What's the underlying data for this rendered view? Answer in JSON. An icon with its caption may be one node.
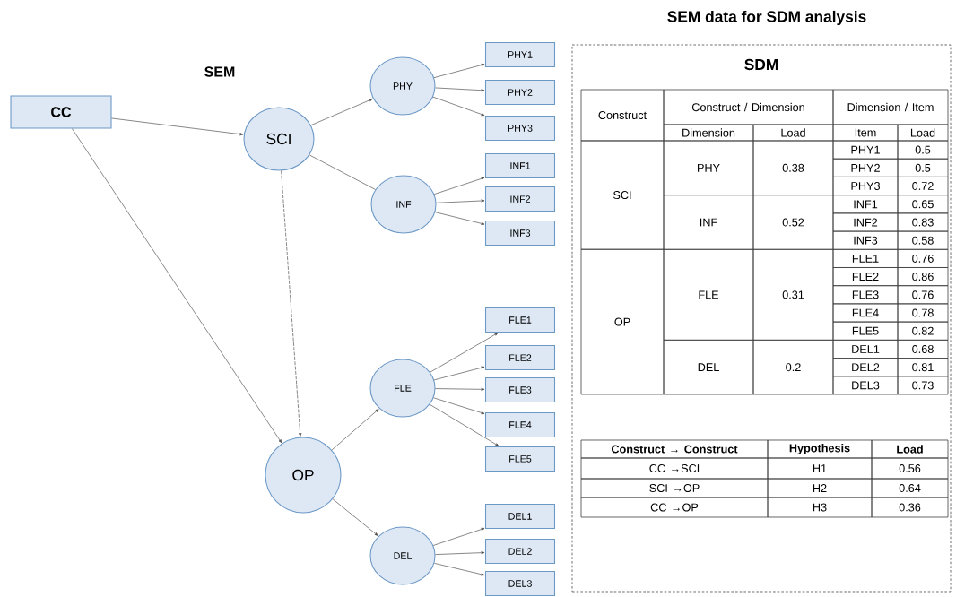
{
  "diagram": {
    "title": "SEM data for SDM analysis",
    "nodes": [
      {
        "text": [
          "CC"
        ]
      },
      {
        "text": [
          "SCI"
        ]
      },
      {
        "text": [
          "PHY"
        ]
      },
      {
        "text": [
          "INF"
        ]
      },
      {
        "text": [
          "OP"
        ]
      },
      {
        "text": [
          "FLE"
        ]
      },
      {
        "text": [
          "DEL"
        ]
      },
      {
        "text": [
          "PHY1"
        ]
      },
      {
        "text": [
          "PHY2"
        ]
      },
      {
        "text": [
          "PHY3"
        ]
      },
      {
        "text": [
          "INF1"
        ]
      },
      {
        "text": [
          "INF2"
        ]
      },
      {
        "text": [
          "INF3"
        ]
      },
      {
        "text": [
          "FLE1"
        ]
      },
      {
        "text": [
          "FLE2"
        ]
      },
      {
        "text": [
          "FLE3"
        ]
      },
      {
        "text": [
          "FLE4"
        ]
      },
      {
        "text": [
          "FLE5"
        ]
      },
      {
        "text": [
          "DEL1"
        ]
      },
      {
        "text": [
          "DEL2"
        ]
      },
      {
        "text": [
          "DEL3"
        ]
      },
      {
        "text": [
          "SDM"
        ]
      }
    ],
    "edges": [
      {
        "from": 0,
        "to": 1,
        "arrow": "to"
      },
      {
        "from": 0,
        "to": 4,
        "arrow": "to"
      },
      {
        "from": 1,
        "to": 4,
        "arrow": "to",
        "style": "dashed"
      },
      {
        "from": 1,
        "to": 2,
        "arrow": "to"
      },
      {
        "from": 1,
        "to": 3,
        "arrow": "none"
      },
      {
        "from": 4,
        "to": 5,
        "arrow": "to"
      },
      {
        "from": 4,
        "to": 6,
        "arrow": "to"
      },
      {
        "from": 2,
        "to": 7,
        "arrow": "to"
      },
      {
        "from": 2,
        "to": 8,
        "arrow": "to"
      },
      {
        "from": 2,
        "to": 9,
        "arrow": "to"
      },
      {
        "from": 3,
        "to": 10,
        "arrow": "to"
      },
      {
        "from": 3,
        "to": 11,
        "arrow": "to"
      },
      {
        "from": 3,
        "to": 12,
        "arrow": "to"
      },
      {
        "from": 5,
        "to": 13,
        "arrow": "to"
      },
      {
        "from": 5,
        "to": 14,
        "arrow": "to"
      },
      {
        "from": 5,
        "to": 15,
        "arrow": "to"
      },
      {
        "from": 5,
        "to": 16,
        "arrow": "to"
      },
      {
        "from": 5,
        "to": 17,
        "arrow": "to"
      },
      {
        "from": 6,
        "to": 18,
        "arrow": "to"
      },
      {
        "from": 6,
        "to": 19,
        "arrow": "to"
      },
      {
        "from": 6,
        "to": 20,
        "arrow": "to"
      }
    ],
    "labels": [
      "SEM",
      "Construct",
      "Construct / Dimension",
      "Dimension / Item",
      "Dimension",
      "Load",
      "Item",
      "Load",
      "SCI",
      "PHY",
      "0.38",
      "PHY1",
      "0.5",
      "PHY2",
      "0.5",
      "PHY3",
      "0.72",
      "INF",
      "0.52",
      "INF1",
      "0.65",
      "INF2",
      "0.83",
      "INF3",
      "0.58",
      "OP",
      "FLE",
      "0.31",
      "FLE1",
      "0.76",
      "FLE2",
      "0.86",
      "FLE3",
      "0.76",
      "FLE4",
      "0.78",
      "FLE5",
      "0.82",
      "DEL",
      "0.2",
      "DEL1",
      "0.68",
      "DEL2",
      "0.81",
      "DEL3",
      "0.73",
      "Construct → Construct",
      "Hypothesis",
      "Load",
      "CC →SCI",
      "H1",
      "0.56",
      "SCI →OP",
      "H2",
      "0.64",
      "CC →OP",
      "H3",
      "0.36"
    ]
  }
}
